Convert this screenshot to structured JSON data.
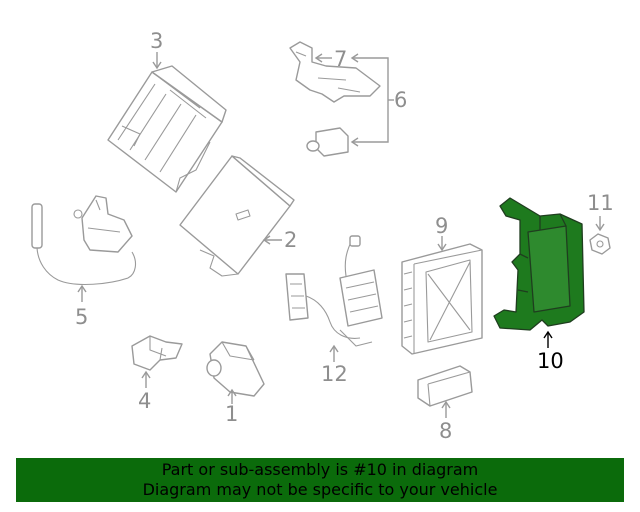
{
  "callouts": {
    "c1": "1",
    "c2": "2",
    "c3": "3",
    "c4": "4",
    "c5": "5",
    "c6": "6",
    "c7": "7",
    "c8": "8",
    "c9": "9",
    "c10": "10",
    "c11": "11",
    "c12": "12"
  },
  "highlight": {
    "part": "10",
    "color": "#1e7a1e"
  },
  "banner": {
    "line1": "Part or sub-assembly is #10 in diagram",
    "line2": "Diagram may not be specific to your vehicle",
    "background": "#0b6b0b"
  }
}
